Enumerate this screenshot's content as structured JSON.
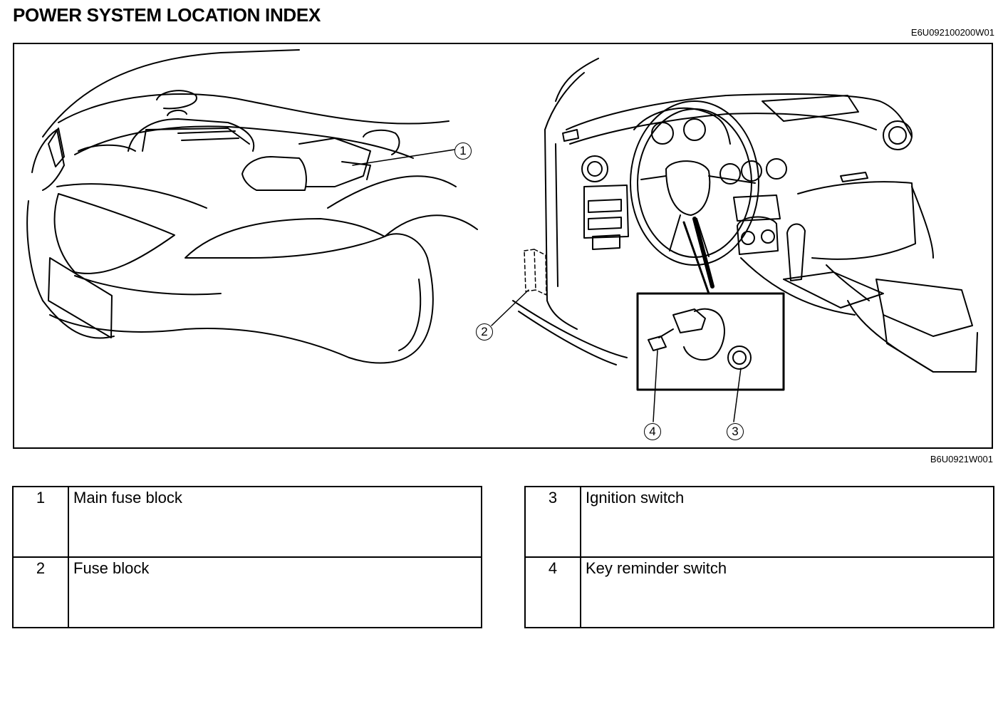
{
  "header": {
    "title": "POWER SYSTEM LOCATION INDEX",
    "doc_code": "E6U092100200W01"
  },
  "figure": {
    "code": "B6U0921W001",
    "callouts": [
      "1",
      "2",
      "3",
      "4"
    ]
  },
  "legend": {
    "left": [
      {
        "num": "1",
        "name": "Main fuse block"
      },
      {
        "num": "2",
        "name": "Fuse block"
      }
    ],
    "right": [
      {
        "num": "3",
        "name": "Ignition switch"
      },
      {
        "num": "4",
        "name": "Key reminder switch"
      }
    ]
  }
}
